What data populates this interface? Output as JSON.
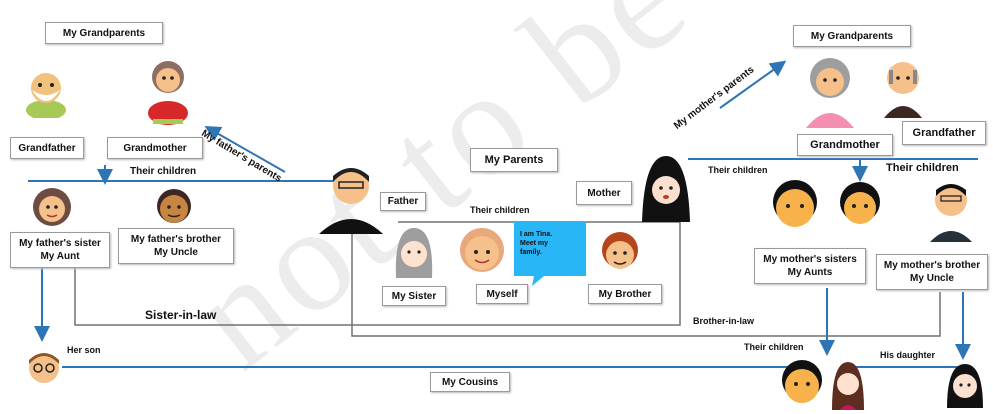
{
  "colors": {
    "line": "#2e75b6",
    "gray_line": "#707070",
    "hair": "#2b2b2b",
    "skin": "#f5c08a",
    "box_border": "#9a9a9a"
  },
  "icons": [
    "grandfather-icon",
    "grandmother-icon",
    "aunt-icon",
    "uncle-icon",
    "father-icon",
    "mother-icon",
    "sister-icon",
    "myself-icon",
    "brother-icon",
    "cousin-icon"
  ],
  "left": {
    "grandparents": "My Grandparents",
    "grandfather": "Grandfather",
    "grandmother": "Grandmother",
    "their_children": "Their children",
    "fathers_parents": "My father's parents",
    "aunt_line1": "My father's sister",
    "aunt_line2": "My Aunt",
    "uncle_line1": "My father's brother",
    "uncle_line2": "My Uncle",
    "sister_in_law": "Sister-in-law",
    "her_son": "Her son"
  },
  "center": {
    "my_parents": "My Parents",
    "father": "Father",
    "mother": "Mother",
    "their_children": "Their children",
    "speech": "I am Tina. Meet my family.",
    "sister": "My  Sister",
    "myself": "Myself",
    "brother": "My  Brother",
    "brother_in_law": "Brother-in-law",
    "cousins": "My Cousins"
  },
  "right": {
    "grandparents": "My Grandparents",
    "mothers_parents": "My mother's parents",
    "grandmother": "Grandmother",
    "grandfather": "Grandfather",
    "their_children_small": "Their children",
    "their_children": "Their children",
    "aunts_line1": "My mother's sisters",
    "aunts_line2": "My Aunts",
    "uncle_line1": "My mother's brother",
    "uncle_line2": "My Uncle",
    "their_children_bottom": "Their children",
    "his_daughter": "His daughter"
  }
}
